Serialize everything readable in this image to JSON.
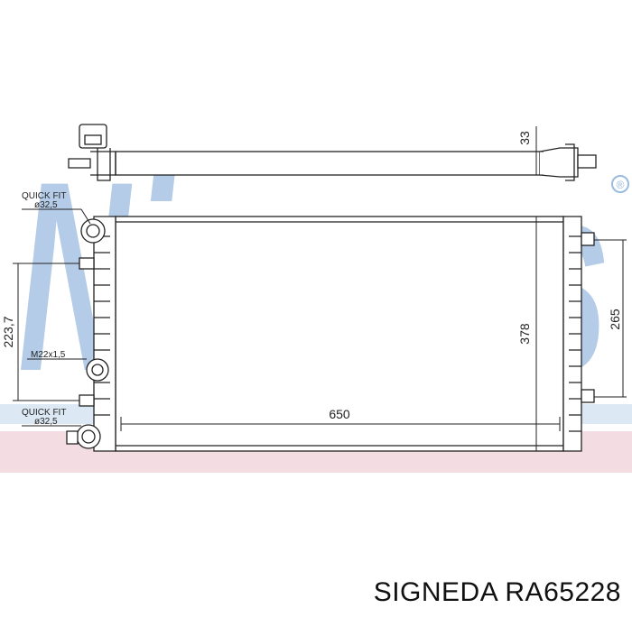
{
  "brand": {
    "watermark": "Nissens",
    "registered_mark": "®",
    "colors": {
      "blue": "#8fb0d6",
      "pink": "#f0d2d8",
      "line": "#222222"
    }
  },
  "drawing": {
    "dim_overall_width": "650",
    "dim_core_height": "378",
    "dim_pipe_height": "33",
    "dim_right_ports": "265",
    "dim_left_ports": "223,7",
    "label_quick_fit_top_1": "QUICK FIT",
    "label_quick_fit_top_2": "ø32,5",
    "label_quick_fit_bottom_1": "QUICK FIT",
    "label_quick_fit_bottom_2": "ø32,5",
    "label_thread": "M22x1,5"
  },
  "caption": "SIGNEDA RA65228"
}
